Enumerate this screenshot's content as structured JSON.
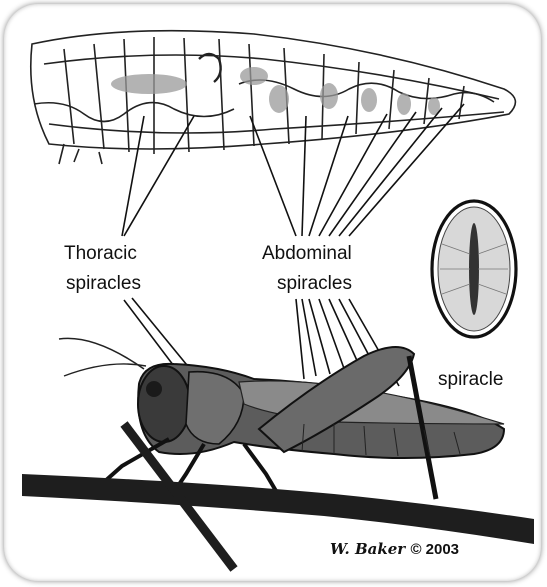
{
  "labels": {
    "thoracic_line1": "Thoracic",
    "thoracic_line2": "spiracles",
    "abdominal_line1": "Abdominal",
    "abdominal_line2": "spiracles",
    "spiracle": "spiracle"
  },
  "signature": {
    "artist": "W. Baker",
    "copyright": "© 2003"
  },
  "colors": {
    "ink": "#111111",
    "trachea_shade": "#9a9a9a",
    "background": "#ffffff"
  }
}
